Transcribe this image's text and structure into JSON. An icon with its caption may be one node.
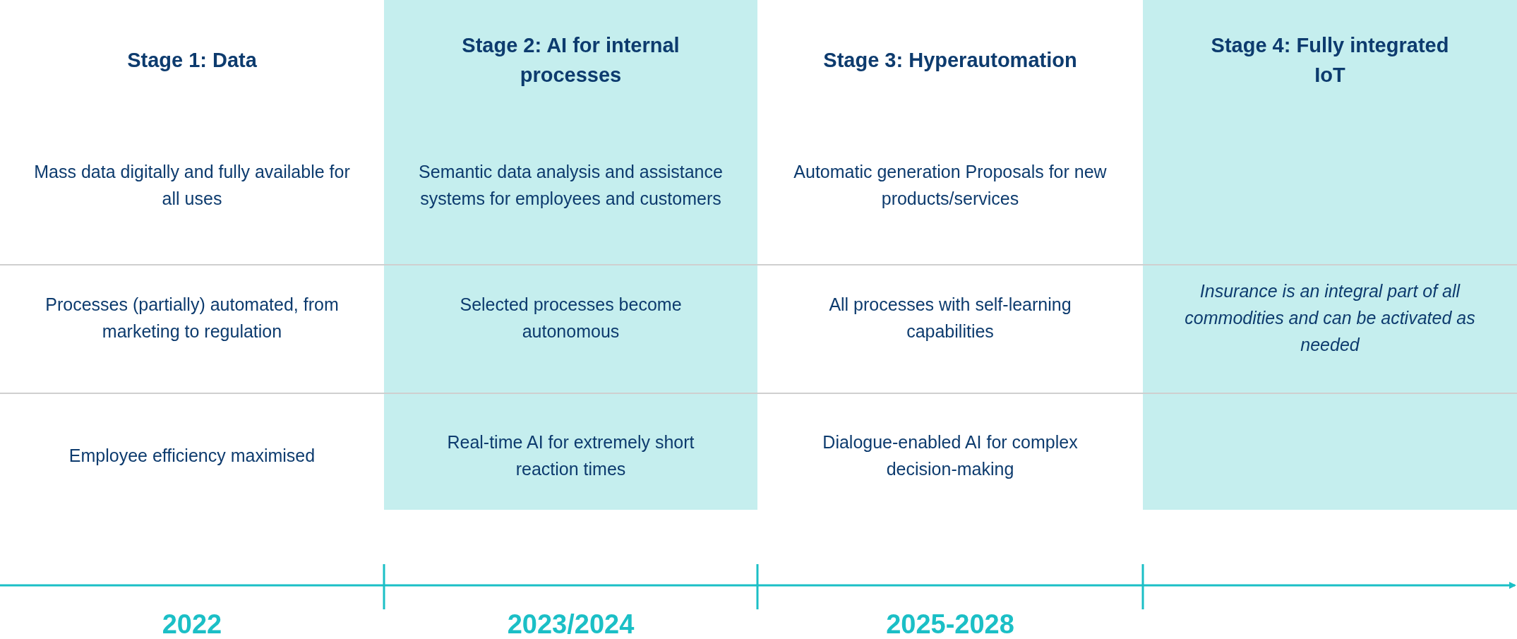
{
  "diagram": {
    "nodes": [
      {
        "text": [
          "Stage 2: AI for internal processes",
          "Semantic data analysis and assistance systems for employees and customers",
          "Selected processes become autonomous",
          "Real-time AI for extremely short reaction times"
        ]
      },
      {
        "text": [
          "Stage 4: Fully integrated IoT",
          "Insurance is an integral part of all commodities and can be activated as needed"
        ]
      }
    ],
    "labels": [
      "Stage 1: Data",
      "Stage 3: Hyperautomation",
      "Mass data digitally and fully available for all uses",
      "Automatic generation Proposals for new products/services",
      "Processes (partially) automated, from marketing to regulation",
      "All processes with self-learning capabilities",
      "Employee efficiency maximised",
      "Dialogue-enabled AI for complex decision-making",
      "2022",
      "2023/2024",
      "2025-2028"
    ]
  }
}
